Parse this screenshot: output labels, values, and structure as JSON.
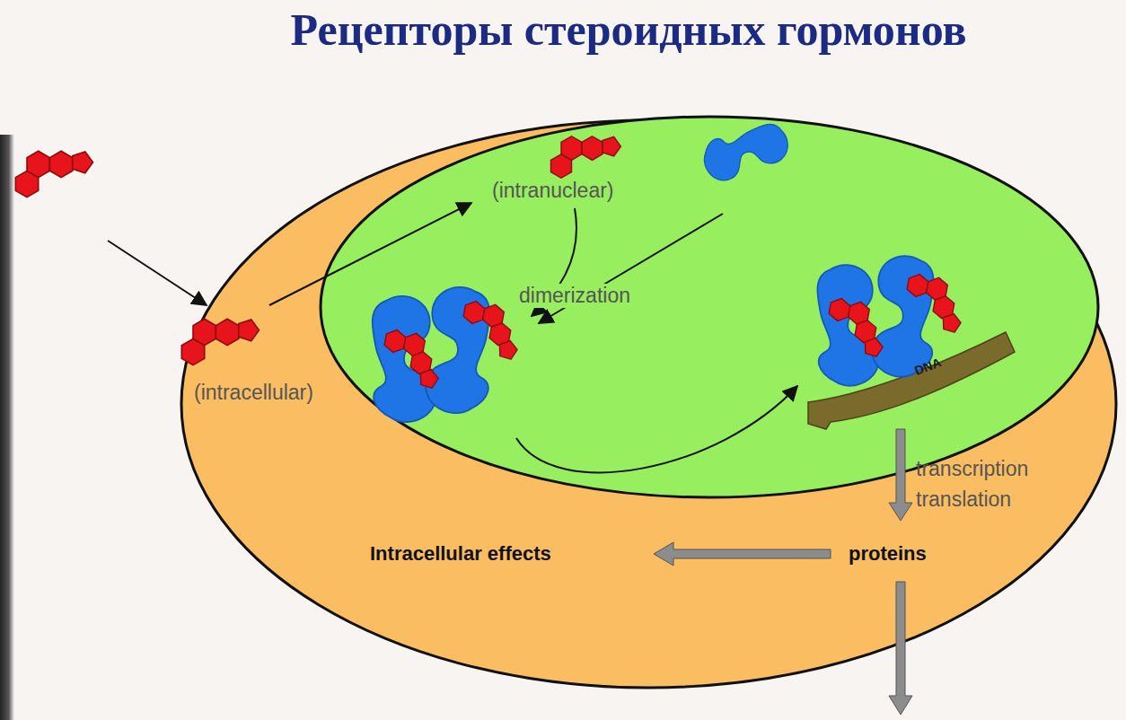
{
  "diagram": {
    "title": "Рецепторы стероидных гормонов",
    "nodes": [
      {
        "text": [
          "(intracellular)"
        ]
      },
      {
        "text": [
          "(intranuclear)"
        ],
        "in": 0
      }
    ],
    "labels": [
      "dimerization",
      "DNA",
      "transcription translation",
      "Intracellular effects",
      "proteins"
    ]
  }
}
